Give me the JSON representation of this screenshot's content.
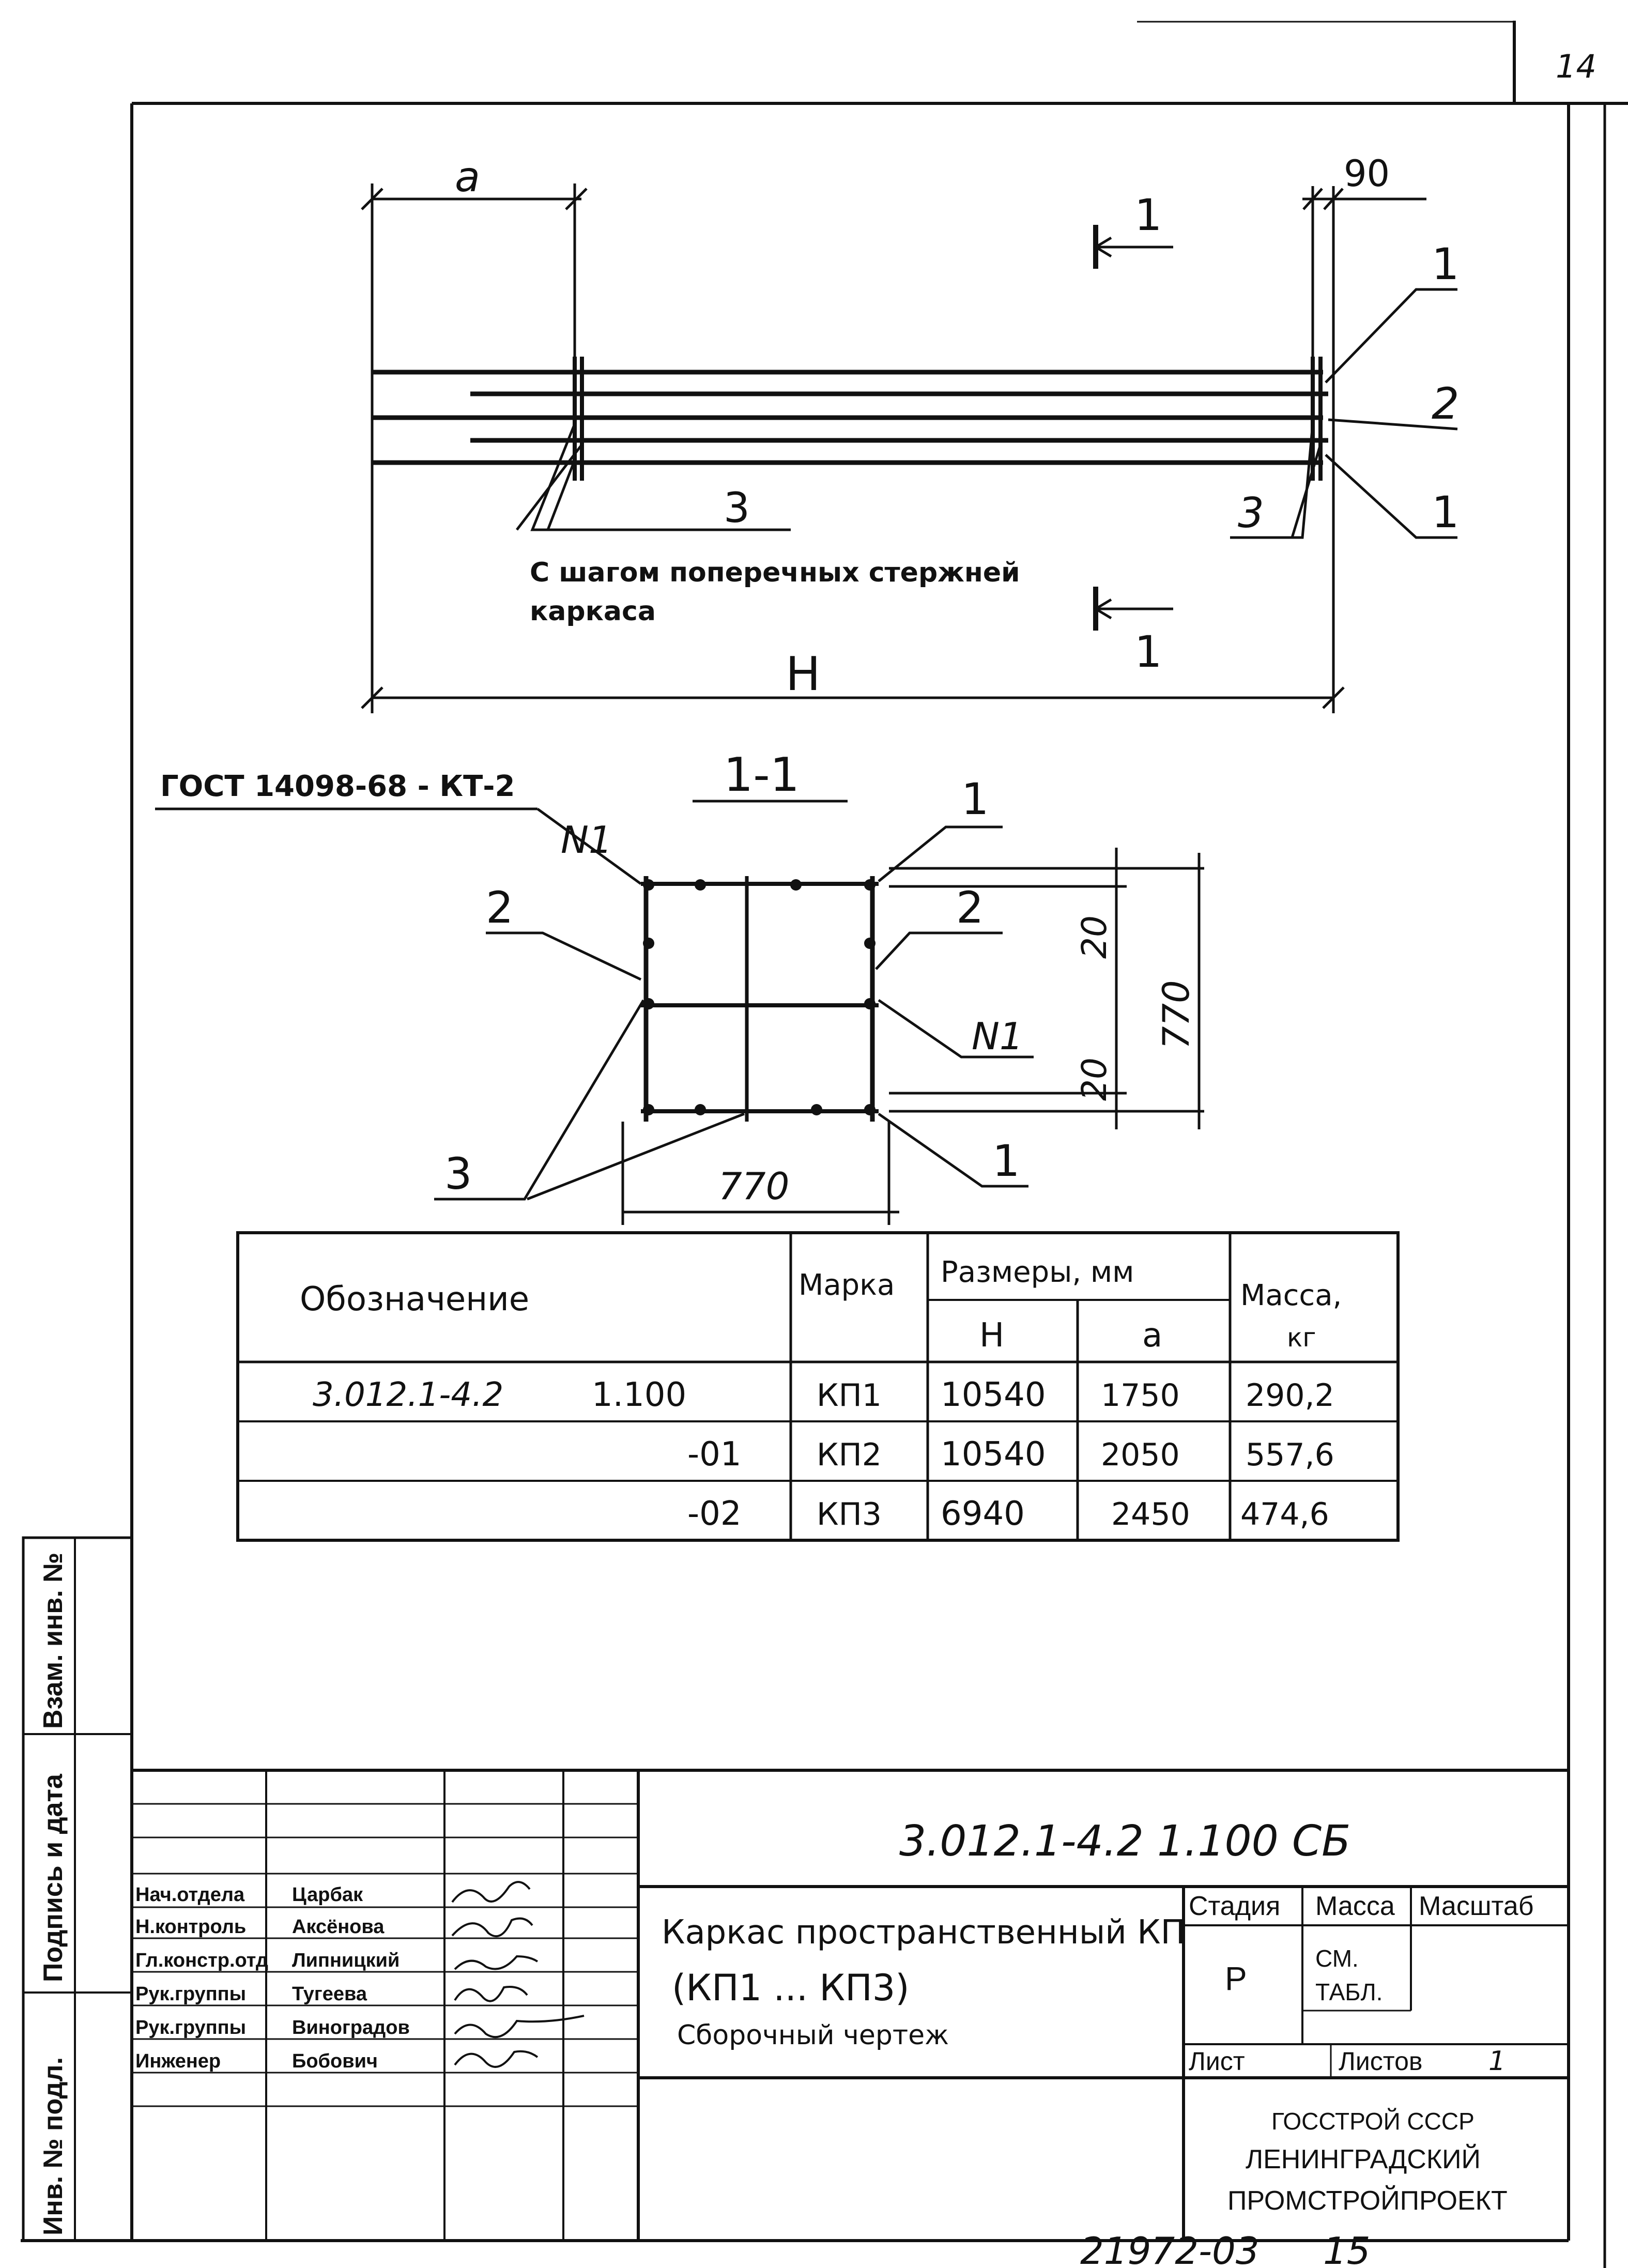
{
  "sheet_number": "14",
  "plan": {
    "dim_a": "a",
    "dim_90": "90",
    "dim_H": "H",
    "section_mark": "1",
    "callouts": [
      "1",
      "2",
      "1",
      "3",
      "3"
    ],
    "note_line1": "С шагом поперечных стержней",
    "note_line2": "каркаса"
  },
  "section": {
    "title": "1-1",
    "gost": "ГОСТ 14098-68 - КТ-2",
    "weld_mark": "N1",
    "weld_mark2": "N1",
    "callouts": [
      "1",
      "2",
      "2",
      "3",
      "1"
    ],
    "dim_770_h": "770",
    "dim_770_v": "770",
    "dim_20_top": "20",
    "dim_20_bot": "20"
  },
  "spec_table": {
    "headers": {
      "designation": "Обозначение",
      "mark": "Марка",
      "sizes": "Размеры, мм",
      "H": "Н",
      "a": "a",
      "mass": "Масса,",
      "mass_unit": "кг"
    },
    "rows": [
      {
        "doc": "3.012.1-4.2",
        "code": "1.100",
        "mark": "КП1",
        "H": "10540",
        "a": "1750",
        "mass": "290,2"
      },
      {
        "doc": "",
        "code": "-01",
        "mark": "КП2",
        "H": "10540",
        "a": "2050",
        "mass": "557,6"
      },
      {
        "doc": "",
        "code": "-02",
        "mark": "КП3",
        "H": "6940",
        "a": "2450",
        "mass": "474,6"
      }
    ]
  },
  "side_stamp": {
    "vzam": "Взам. инв. №",
    "podpis": "Подпись и дата",
    "inv": "Инв. № подл."
  },
  "title_block": {
    "doc_number": "3.012.1-4.2   1.100 СБ",
    "title_line1": "Каркас пространственный КП",
    "title_line2": "(КП1 ... КП3)",
    "title_line3": "Сборочный чертеж",
    "stage_label": "Стадия",
    "mass_label": "Масса",
    "scale_label": "Масштаб",
    "stage_value": "Р",
    "mass_value_1": "СМ.",
    "mass_value_2": "ТАБЛ.",
    "sheet_label": "Лист",
    "sheets_label": "Листов",
    "sheets_value": "1",
    "org_line1": "ГОССТРОЙ СССР",
    "org_line2": "ЛЕНИНГРАДСКИЙ",
    "org_line3": "ПРОМСТРОЙПРОЕКТ",
    "signatures": [
      {
        "role": "Нач.отдела",
        "name": "Царбак"
      },
      {
        "role": "Н.контроль",
        "name": "Аксёнова"
      },
      {
        "role": "Гл.констр.отд",
        "name": "Липницкий"
      },
      {
        "role": "Рук.группы",
        "name": "Тугеева"
      },
      {
        "role": "Рук.группы",
        "name": "Виноградов"
      },
      {
        "role": "Инженер",
        "name": "Бобович"
      }
    ]
  },
  "footer_code": "21972-03",
  "footer_page": "15"
}
